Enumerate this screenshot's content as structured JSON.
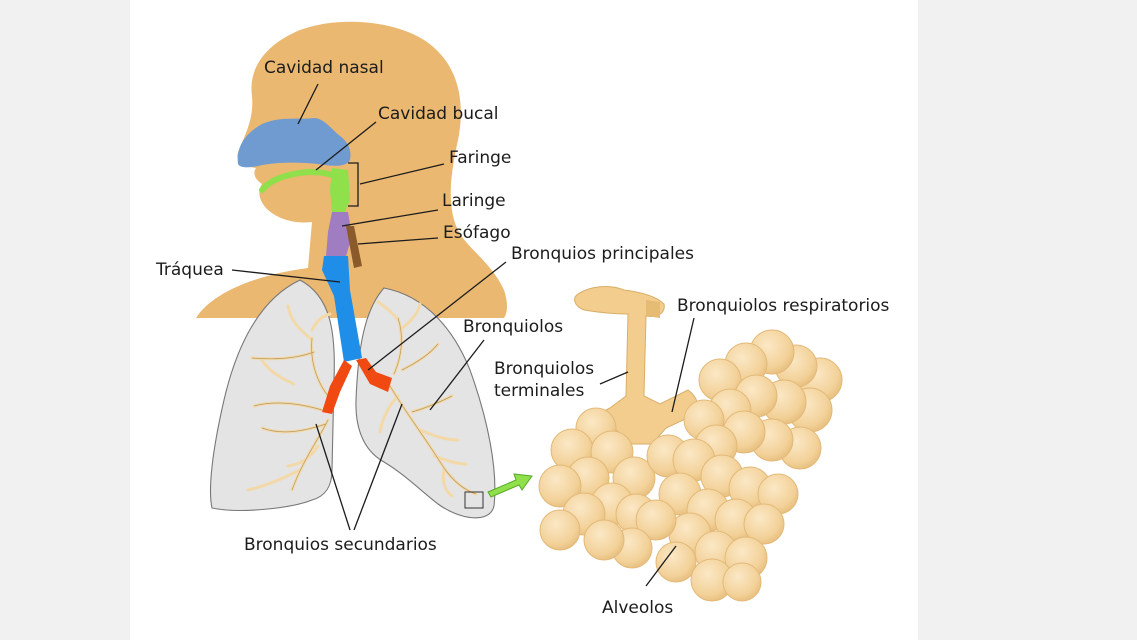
{
  "labels": {
    "nasal_cavity": "Cavidad nasal",
    "oral_cavity": "Cavidad bucal",
    "pharynx": "Faringe",
    "larynx": "Laringe",
    "esophagus": "Esófago",
    "trachea": "Tráquea",
    "main_bronchi": "Bronquios principales",
    "bronchioles": "Bronquiolos",
    "respiratory_bronchioles": "Bronquiolos respiratorios",
    "terminal_bronchioles_line1": "Bronquiolos",
    "terminal_bronchioles_line2": "terminales",
    "secondary_bronchi": "Bronquios secundarios",
    "alveoli": "Alveolos"
  },
  "colors": {
    "body": "#eab870",
    "nasal_cavity": "#6f9bd1",
    "oral_cavity_pharynx": "#8fe04b",
    "larynx": "#a07cc0",
    "esophagus": "#8b5a2b",
    "trachea": "#1f8ee8",
    "main_bronchi": "#f04a12",
    "lungs": "#e4e4e4",
    "bronchial_tree": "#f3d9a8",
    "alveoli": "#f4d5a0",
    "arrow": "#8fe04b"
  }
}
